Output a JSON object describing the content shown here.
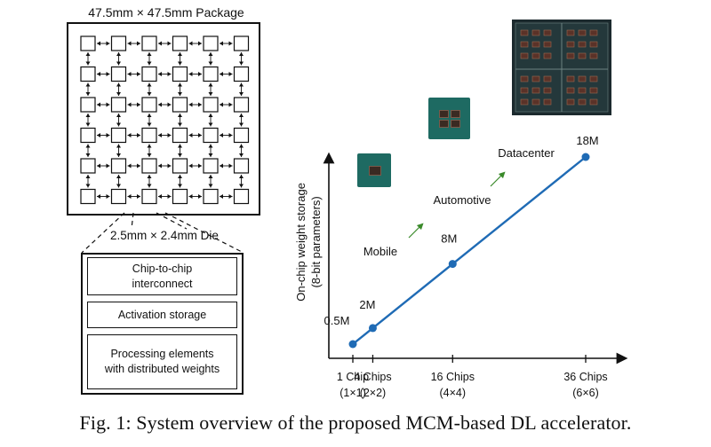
{
  "package": {
    "title": "47.5mm × 47.5mm Package",
    "grid_rows": 6,
    "grid_cols": 6
  },
  "die": {
    "label": "2.5mm × 2.4mm Die",
    "blocks": [
      "Chip-to-chip\ninterconnect",
      "Activation storage",
      "Processing elements\nwith distributed weights"
    ]
  },
  "chart_data": {
    "type": "line",
    "title": "",
    "xlabel": "",
    "ylabel": "On-chip weight storage\n(8-bit parameters)",
    "x": [
      1,
      4,
      16,
      36
    ],
    "xtick_labels": [
      {
        "top": "1 Chip",
        "bottom": "(1×1)"
      },
      {
        "top": "4 Chips",
        "bottom": "(2×2)"
      },
      {
        "top": "16 Chips",
        "bottom": "(4×4)"
      },
      {
        "top": "36 Chips",
        "bottom": "(6×6)"
      }
    ],
    "y": [
      0.5,
      2,
      8,
      18
    ],
    "point_labels": [
      "0.5M",
      "2M",
      "8M",
      "18M"
    ],
    "y_units": "M parameters",
    "line_color": "#1f6bb5",
    "annotations": [
      "Mobile",
      "Automotive",
      "Datacenter"
    ],
    "grid": false
  },
  "caption": "Fig. 1: System overview of the proposed MCM-based DL accelerator."
}
